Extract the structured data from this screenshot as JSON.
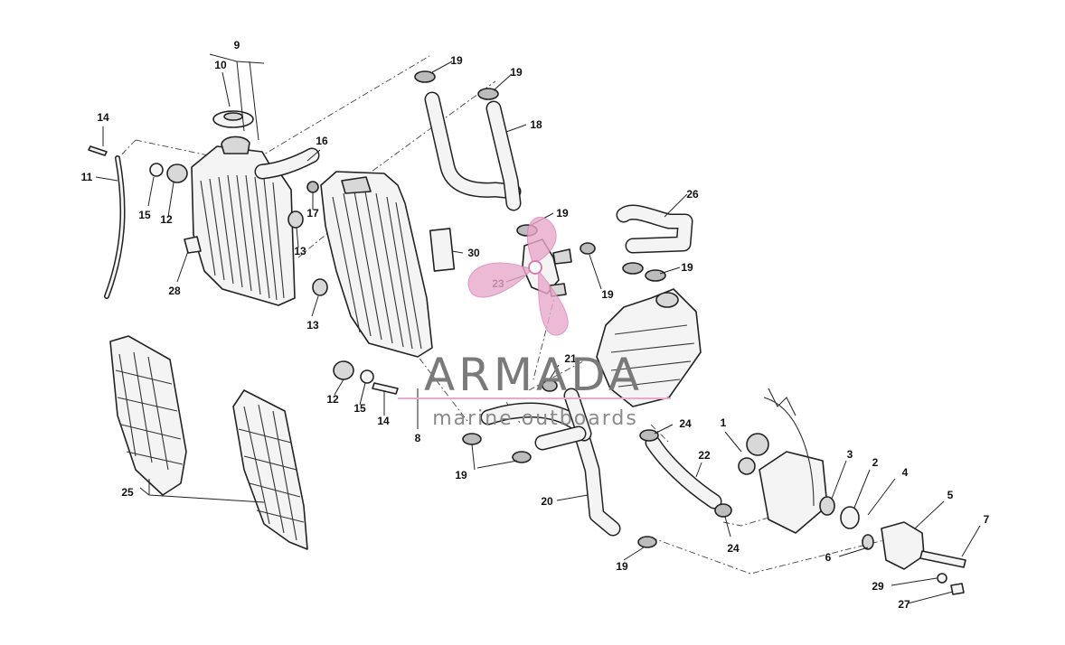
{
  "callouts": [
    {
      "label": "9"
    },
    {
      "label": "10"
    },
    {
      "label": "14"
    },
    {
      "label": "11"
    },
    {
      "label": "15"
    },
    {
      "label": "12"
    },
    {
      "label": "16"
    },
    {
      "label": "17"
    },
    {
      "label": "13"
    },
    {
      "label": "28"
    },
    {
      "label": "13"
    },
    {
      "label": "19"
    },
    {
      "label": "19"
    },
    {
      "label": "18"
    },
    {
      "label": "19"
    },
    {
      "label": "26"
    },
    {
      "label": "30"
    },
    {
      "label": "23"
    },
    {
      "label": "19"
    },
    {
      "label": "19"
    },
    {
      "label": "12"
    },
    {
      "label": "15"
    },
    {
      "label": "14"
    },
    {
      "label": "8"
    },
    {
      "label": "21"
    },
    {
      "label": "24"
    },
    {
      "label": "25"
    },
    {
      "label": "19"
    },
    {
      "label": "20"
    },
    {
      "label": "22"
    },
    {
      "label": "1"
    },
    {
      "label": "3"
    },
    {
      "label": "2"
    },
    {
      "label": "4"
    },
    {
      "label": "5"
    },
    {
      "label": "7"
    },
    {
      "label": "6"
    },
    {
      "label": "24"
    },
    {
      "label": "19"
    },
    {
      "label": "29"
    },
    {
      "label": "27"
    }
  ],
  "watermark": {
    "brand": "ARMADA",
    "tagline": "marine outboards",
    "color": "#e9a9cc"
  }
}
